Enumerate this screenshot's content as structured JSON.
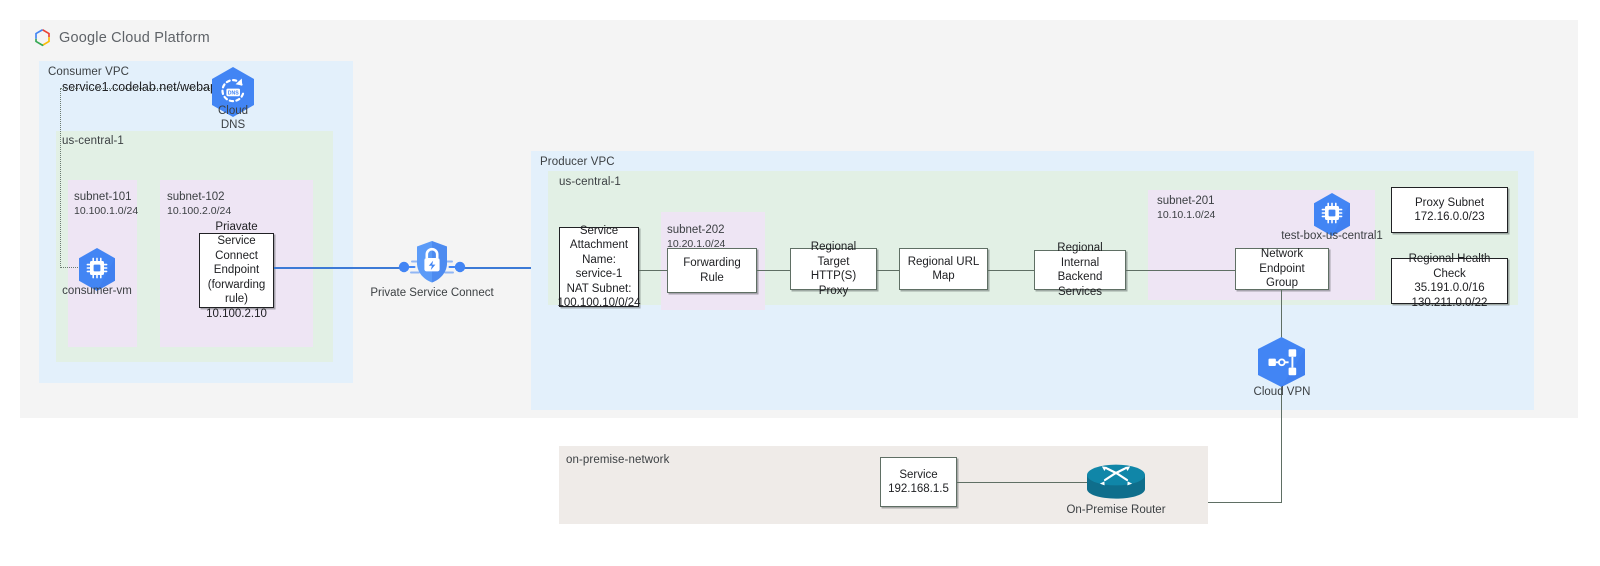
{
  "header": {
    "brand": "Google Cloud Platform",
    "logo_icon": "google-cloud-logo-icon"
  },
  "consumer": {
    "vpc_label": "Consumer VPC",
    "region_label": "us-central-1",
    "dns_record": "service1.codelab.net/webapp",
    "cloud_dns": {
      "icon": "cloud-dns-icon",
      "label_line1": "Cloud",
      "label_line2": "DNS"
    },
    "subnets": [
      {
        "name": "subnet-101",
        "cidr": "10.100.1.0/24"
      },
      {
        "name": "subnet-102",
        "cidr": "10.100.2.0/24"
      }
    ],
    "vm": {
      "icon": "compute-engine-vm-icon",
      "label": "consumer-vm"
    },
    "psc_endpoint": {
      "line1": "Priavate Service",
      "line2": "Connect Endpoint",
      "line3": "(forwarding rule)",
      "line4": "10.100.2.10"
    }
  },
  "psc": {
    "icon": "private-service-connect-icon",
    "label": "Private Service Connect"
  },
  "producer": {
    "vpc_label": "Producer VPC",
    "region_label": "us-central-1",
    "service_attachment": {
      "line1": "Service",
      "line2": "Attachment",
      "line3": "Name: service-1",
      "line4": "NAT Subnet:",
      "line5": "100.100.10/0/24"
    },
    "subnet_202": {
      "name": "subnet-202",
      "cidr": "10.20.1.0/24"
    },
    "forwarding_rule": "Forwarding Rule",
    "target_proxy": {
      "line1": "Regional Target",
      "line2": "HTTP(S) Proxy"
    },
    "url_map": "Regional URL Map",
    "backend_services": {
      "line1": "Regional Internal",
      "line2": "Backend Services"
    },
    "subnet_201": {
      "name": "subnet-201",
      "cidr": "10.10.1.0/24"
    },
    "test_box": {
      "icon": "compute-engine-vm-icon",
      "label": "test-box-us-central1"
    },
    "neg": {
      "line1": "Network Endpoint",
      "line2": "Group"
    },
    "proxy_subnet": {
      "line1": "Proxy Subnet",
      "line2": "172.16.0.0/23"
    },
    "health_check": {
      "line1": "Regional Health Check",
      "line2": "35.191.0.0/16",
      "line3": "130.211.0.0/22"
    }
  },
  "cloud_vpn": {
    "icon": "cloud-vpn-icon",
    "label": "Cloud VPN"
  },
  "onpremise": {
    "network_label": "on-premise-network",
    "service": {
      "line1": "Service",
      "line2": "192.168.1.5"
    },
    "router": {
      "icon": "router-icon",
      "label": "On-Premise Router"
    }
  },
  "colors": {
    "gcp_blue": "#4285F4",
    "gcp_red": "#EA4335",
    "gcp_yellow": "#FBBC05",
    "gcp_green": "#34A853",
    "vpc_fill": "#e3f0fb",
    "region_fill": "#e2f0e5",
    "subnet_fill": "#eee5f4",
    "outer_fill": "#f4f4f4",
    "onprem_fill": "#efebe8",
    "router_teal": "#0F6E8C",
    "link_blue": "#3c7ad6",
    "link_grey": "#5f6f64"
  }
}
